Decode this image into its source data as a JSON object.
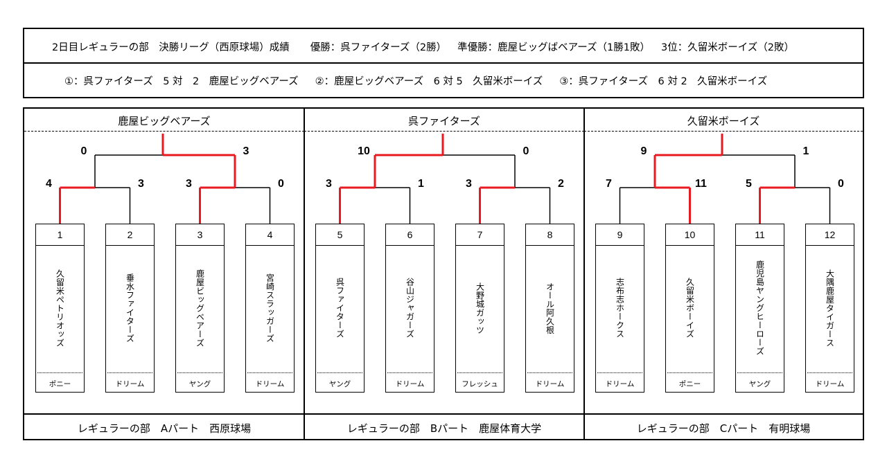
{
  "summary": {
    "line1": {
      "title": "2日目レギュラーの部　決勝リーグ（西原球場）成績",
      "winner": "優勝：呉ファイターズ（2勝）",
      "runner_up": "準優勝：鹿屋ビッグばベアーズ（1勝1敗）",
      "third": "3位：久留米ボーイズ（2敗）"
    },
    "line2": {
      "game1": "①：呉ファイターズ　5 対　2　鹿屋ビッグベアーズ",
      "game2": "②：鹿屋ビッグベアーズ　6 対 5　久留米ボーイズ",
      "game3": "③：呉ファイターズ　6 対 2　久留米ボーイズ"
    }
  },
  "colors": {
    "winner_line": "#e8191f",
    "line": "#000000"
  },
  "parts": [
    {
      "champion": "鹿屋ビッグベアーズ",
      "footer": "レギュラーの部　Aパート　西原球場",
      "scores": {
        "top_left": "0",
        "top_right": "3",
        "s1": "4",
        "s2": "3",
        "s3": "3",
        "s4": "0"
      },
      "winners": {
        "top": "right",
        "left": "first",
        "right": "first"
      },
      "teams": [
        {
          "num": "1",
          "name": "久留米ペトリオッズ",
          "league": "ポニー"
        },
        {
          "num": "2",
          "name": "垂水ファイターズ",
          "league": "ドリーム"
        },
        {
          "num": "3",
          "name": "鹿屋ビッグベアーズ",
          "league": "ヤング"
        },
        {
          "num": "4",
          "name": "宮崎スラッガーズ",
          "league": "ドリーム"
        }
      ]
    },
    {
      "champion": "呉ファイターズ",
      "footer": "レギュラーの部　Bパート　鹿屋体育大学",
      "scores": {
        "top_left": "10",
        "top_right": "0",
        "s1": "3",
        "s2": "1",
        "s3": "3",
        "s4": "2"
      },
      "winners": {
        "top": "left",
        "left": "first",
        "right": "first"
      },
      "teams": [
        {
          "num": "5",
          "name": "呉ファイターズ",
          "league": "ヤング"
        },
        {
          "num": "6",
          "name": "谷山ジャガーズ",
          "league": "ドリーム"
        },
        {
          "num": "7",
          "name": "大野城ガッツ",
          "league": "フレッシュ"
        },
        {
          "num": "8",
          "name": "オール阿久根",
          "league": "ドリーム"
        }
      ]
    },
    {
      "champion": "久留米ボーイズ",
      "footer": "レギュラーの部　Cパート　有明球場",
      "scores": {
        "top_left": "9",
        "top_right": "1",
        "s1": "7",
        "s2": "11",
        "s3": "5",
        "s4": "0"
      },
      "winners": {
        "top": "left",
        "left": "second",
        "right": "first"
      },
      "teams": [
        {
          "num": "9",
          "name": "志布志ホークス",
          "league": "ドリーム"
        },
        {
          "num": "10",
          "name": "久留米ボーイズ",
          "league": "ポニー"
        },
        {
          "num": "11",
          "name": "鹿児島ヤングヒーローズ",
          "league": "ヤング"
        },
        {
          "num": "12",
          "name": "大隅鹿屋タイガース",
          "league": "ドリーム"
        }
      ]
    }
  ]
}
